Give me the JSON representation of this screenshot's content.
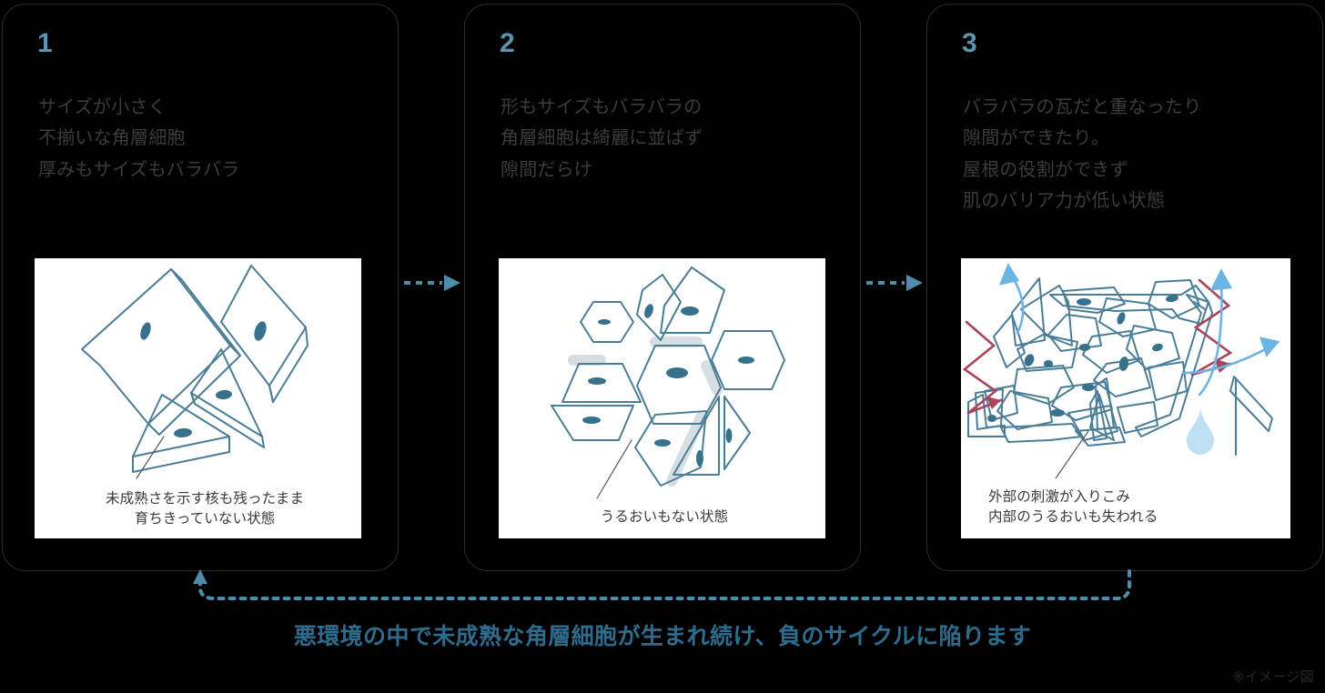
{
  "diagram": {
    "title_note": "※イメージ図",
    "cycle_caption": "悪環境の中で未成熟な角層細胞が生まれ続け、負のサイクルに陥ります",
    "accent_color": "#5c93b0",
    "cycle_caption_color": "#2e6c8e",
    "illustration_stroke_color": "#4a7d96",
    "irritation_arrow_color": "#a8445c",
    "moisture_arrow_color": "#6cb4e4",
    "droplet_color": "#bfdff5",
    "card_background": "#000000",
    "panel_background": "#ffffff",
    "body_text_color": "#3c3c3c"
  },
  "cards": [
    {
      "number": "1",
      "description": "サイズが小さく\n不揃いな角層細胞\n厚みもサイズもバラバラ",
      "panel_caption": "未成熟さを示す核も残ったまま\n育ちきっていない状態"
    },
    {
      "number": "2",
      "description": "形もサイズもバラバラの\n角層細胞は綺麗に並ばず\n隙間だらけ",
      "panel_caption": "うるおいもない状態"
    },
    {
      "number": "3",
      "description": "バラバラの瓦だと重なったり\n隙間ができたり。\n屋根の役割ができず\n肌のバリア力が低い状態",
      "panel_caption": "外部の刺激が入りこみ\n内部のうるおいも失われる"
    }
  ],
  "connectors": [
    {
      "from": "1",
      "to": "2",
      "style": "dashed-arrow-right"
    },
    {
      "from": "2",
      "to": "3",
      "style": "dashed-arrow-right"
    }
  ],
  "cycle_arrow": {
    "style": "dotted-loop",
    "direction": "right-to-left",
    "from": "3",
    "to": "1"
  }
}
